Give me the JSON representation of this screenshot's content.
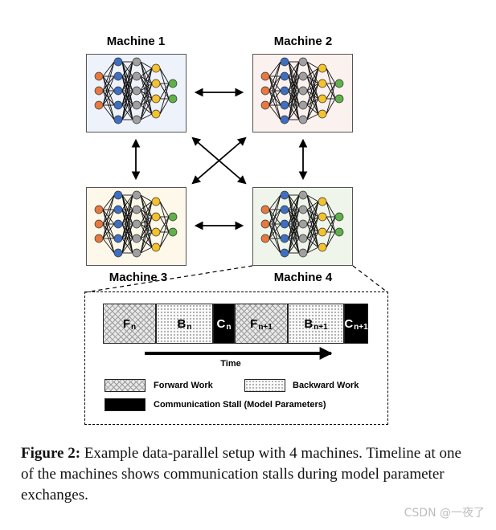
{
  "machines": [
    {
      "title": "Machine 1",
      "bg": "#eef2fb"
    },
    {
      "title": "Machine 2",
      "bg": "#fbf1ee"
    },
    {
      "title": "Machine 3",
      "bg": "#fdf8ea"
    },
    {
      "title": "Machine 4",
      "bg": "#eff5ea"
    }
  ],
  "node_colors": {
    "input": "#e8793e",
    "hidden1": "#3f6fc0",
    "hidden2": "#a0a0a0",
    "hidden3": "#f5c22b",
    "output": "#5fb24a"
  },
  "timeline": {
    "segments": [
      {
        "main": "F",
        "sub": "n",
        "pattern": "forward"
      },
      {
        "main": "B",
        "sub": "n",
        "pattern": "backward"
      },
      {
        "main": "C",
        "sub": "n",
        "pattern": "comm"
      },
      {
        "main": "F",
        "sub": "n+1",
        "pattern": "forward"
      },
      {
        "main": "B",
        "sub": "n+1",
        "pattern": "backward"
      },
      {
        "main": "C",
        "sub": "n+1",
        "pattern": "comm"
      }
    ],
    "time_label": "Time"
  },
  "legend": {
    "forward": "Forward Work",
    "backward": "Backward Work",
    "comm": "Communication Stall (Model Parameters)"
  },
  "caption": {
    "label": "Figure 2:",
    "text": " Example data-parallel setup with 4 machines. Timeline at one of the machines shows communication stalls during model parameter exchanges."
  },
  "watermark": "CSDN @一夜了"
}
